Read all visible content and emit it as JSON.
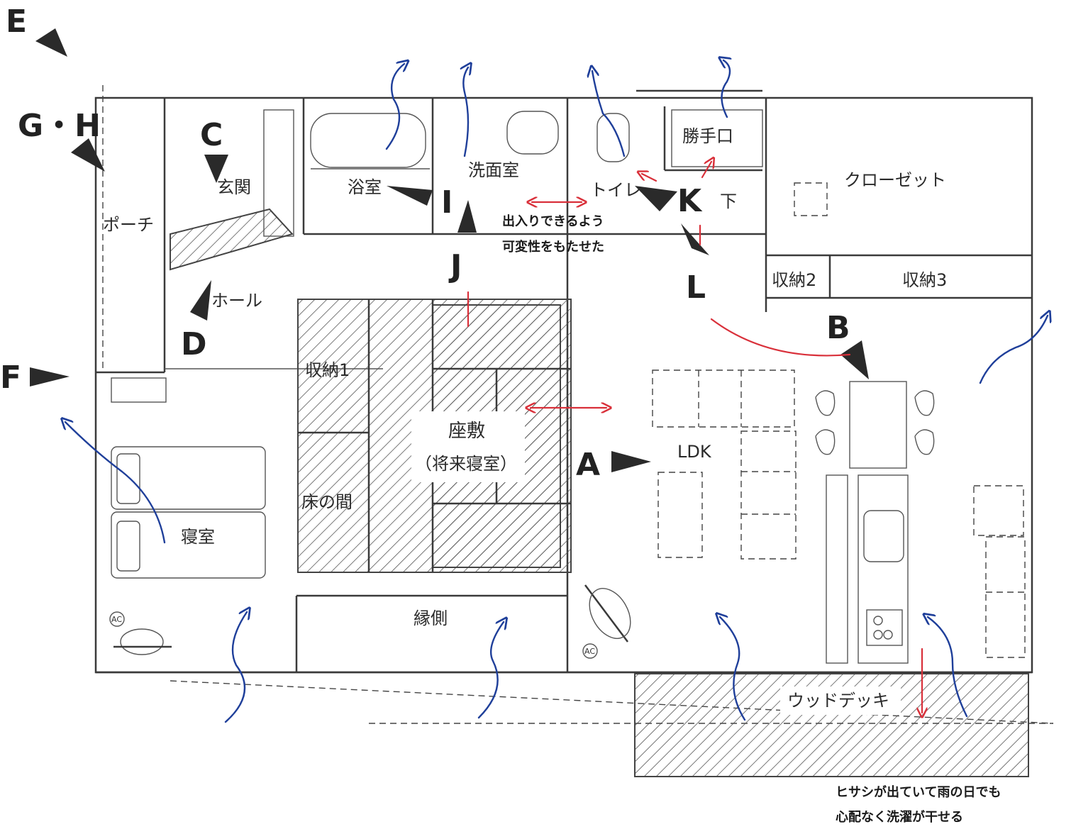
{
  "rooms": {
    "genkan": "玄関",
    "yokushitsu": "浴室",
    "senmenshitsu": "洗面室",
    "toire": "トイレ",
    "katteguchi": "勝手口",
    "closet": "クローゼット",
    "shita": "下",
    "porch": "ポーチ",
    "hall": "ホール",
    "shuno1": "収納1",
    "shuno2": "収納2",
    "shuno3": "収納3",
    "zashiki": "座敷",
    "zashiki_sub": "（将来寝室）",
    "tokonoma": "床の間",
    "shinshitsu": "寝室",
    "engawa": "縁側",
    "ldk": "LDK",
    "wood_deck": "ウッドデッキ",
    "ac": "AC"
  },
  "notes": {
    "door_line1": "出入りできるよう",
    "door_line2": "可変性をもたせた",
    "deck_line1": "ヒサシが出ていて雨の日でも",
    "deck_line2": "心配なく洗濯が干せる"
  },
  "markers": {
    "A": "A",
    "B": "B",
    "C": "C",
    "D": "D",
    "E": "E",
    "F": "F",
    "GH": "G・H",
    "I": "I",
    "J": "J",
    "K": "K",
    "L": "L"
  },
  "colors": {
    "airflow": "#1f3f9a",
    "annotation": "#d9303a",
    "wall": "#3a3a3a"
  }
}
